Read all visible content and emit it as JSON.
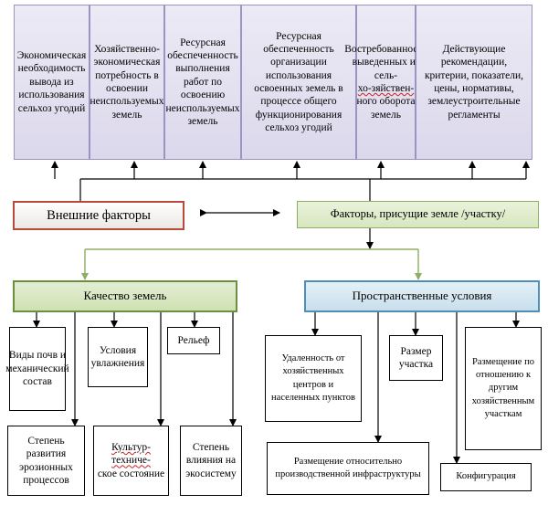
{
  "top_boxes": {
    "b1": "Экономическая необходимость вывода из использования сельхоз угодий",
    "b2": "Хозяйственно-экономическая потребность в освоении неиспользуемых земель",
    "b3": "Ресурсная обеспеченность выполнения работ по освоению неиспользуемых земель",
    "b4": "Ресурсная обеспеченность организации использования освоенных земель в процессе общего функционирования сельхоз угодий",
    "b5_pre": "Востребованность выведенных из сель-",
    "b5_u": "хо-зяйствен-",
    "b5_post": "ного оборота земель",
    "b6": "Действующие рекомендации, критерии, показатели, цены, нормативы, землеустроительные регламенты"
  },
  "middle": {
    "external": "Внешние факторы",
    "inherent": "Факторы, присущие земле /участку/"
  },
  "quality": {
    "title": "Качество земель",
    "soil": "Виды почв и механический состав",
    "moisture": "Условия увлажнения",
    "relief": "Рельеф",
    "erosion": "Степень развития эрозионных процессов",
    "cultural_u": "Культур-техниче-",
    "cultural_rest": "ское состояние",
    "ecosystem": "Степень влияния на экосистему"
  },
  "spatial": {
    "title": "Пространственные условия",
    "remoteness": "Удаленность от хозяйственных центров и населенных пунктов",
    "size": "Размер участка",
    "placement_other": "Размещение по отношению к другим хозяйственным участкам",
    "placement_infra": "Размещение относительно производственной инфраструктуры",
    "config": "Конфигурация"
  }
}
